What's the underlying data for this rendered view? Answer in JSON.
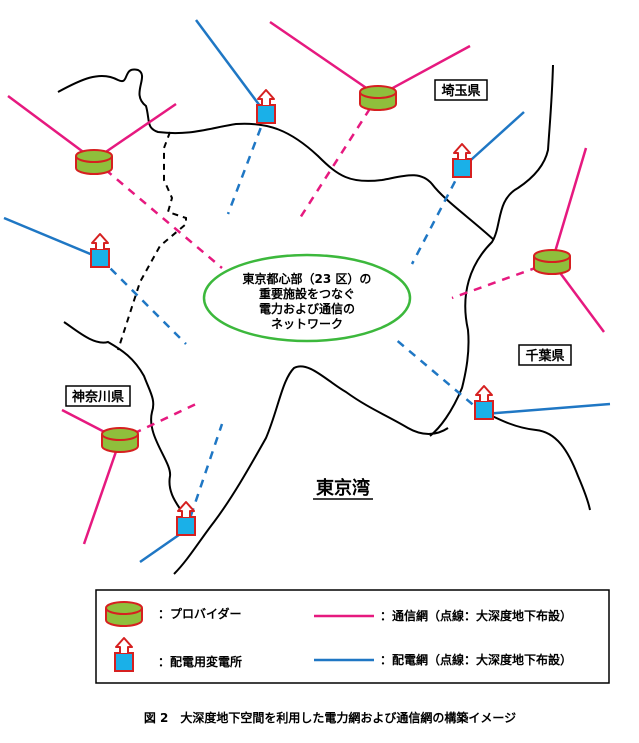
{
  "labels": {
    "saitama": "埼玉県",
    "chiba": "千葉県",
    "kanagawa": "神奈川県",
    "tokyo_bay": "東京湾"
  },
  "center_label": {
    "line1": "東京都心部（23 区）の",
    "line2": "重要施設をつなぐ",
    "line3": "電力および通信の",
    "line4": "ネットワーク"
  },
  "legend": {
    "provider": "：プロバイダー",
    "substation": "：配電用変電所",
    "comm_net": "：通信網（点線：大深度地下布設）",
    "power_net": "：配電網（点線：大深度地下布設）"
  },
  "caption": "図 2　大深度地下空間を利用した電力網および通信網の構築イメージ",
  "colors": {
    "comm_line": "#e6197f",
    "power_line": "#1f77c4",
    "provider_fill": "#8fbf3c",
    "provider_stroke": "#d62020",
    "substation_fill": "#1ab0e8",
    "substation_stroke": "#d62020",
    "center_ellipse": "#3cb83c"
  },
  "icons": {
    "provider": "provider-cylinder-icon",
    "substation": "substation-box-arrow-icon"
  }
}
